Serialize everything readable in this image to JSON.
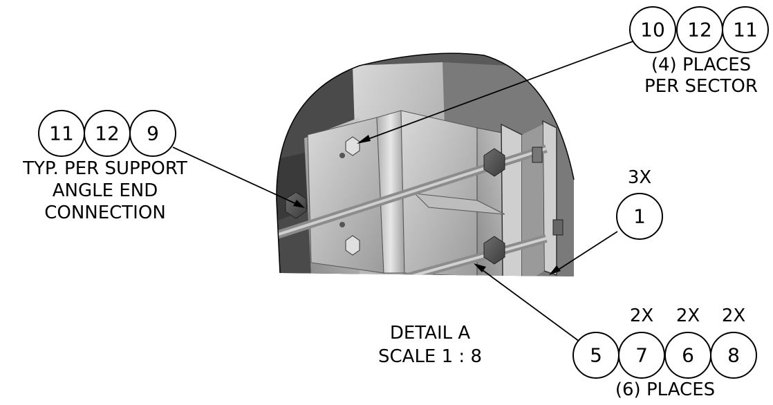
{
  "balloon_groups": {
    "top_right": {
      "items": [
        "10",
        "12",
        "11"
      ],
      "note_lines": [
        "(4) PLACES",
        "PER SECTOR"
      ]
    },
    "left": {
      "items": [
        "11",
        "12",
        "9"
      ],
      "note_lines": [
        "TYP. PER SUPPORT",
        "ANGLE END",
        "CONNECTION"
      ]
    },
    "right_single": {
      "qty": "3X",
      "items": [
        "1"
      ]
    },
    "bottom_right": {
      "qtys": [
        "2X",
        "2X",
        "2X"
      ],
      "items": [
        "5",
        "7",
        "6",
        "8"
      ],
      "note_lines": [
        "(6) PLACES"
      ]
    }
  },
  "detail_label": {
    "line1": "DETAIL A",
    "line2": "SCALE 1 : 8"
  }
}
